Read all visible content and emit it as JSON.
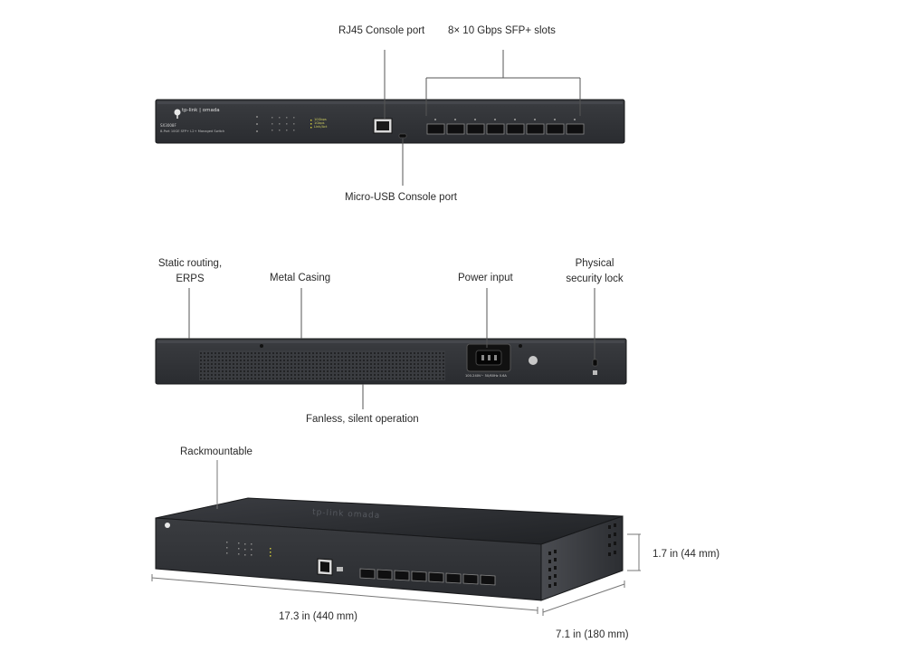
{
  "front_view": {
    "callouts": {
      "rj45": "RJ45 Console port",
      "sfp_slots": "8× 10 Gbps SFP+ slots",
      "micro_usb": "Micro-USB Console port"
    },
    "panel": {
      "brand": "tp-link",
      "sub_brand": "omada",
      "model": "SX3008F",
      "description": "8-Port 10GE SFP+ L2+ Managed Switch",
      "led_labels": [
        "10Gbps",
        "1Gbps",
        "Link/Act"
      ]
    },
    "sfp_slot_count": 8
  },
  "rear_view": {
    "callouts": {
      "routing_line1": "Static routing,",
      "routing_line2": "ERPS",
      "metal_casing": "Metal Casing",
      "power_input": "Power input",
      "lock_line1": "Physical",
      "lock_line2": "security lock",
      "fanless": "Fanless, silent operation"
    },
    "power_rating": "100-240V~ 50/60Hz 0.6A"
  },
  "angled_view": {
    "callouts": {
      "rackmountable": "Rackmountable",
      "height": "1.7 in (44 mm)",
      "width": "17.3 in (440 mm)",
      "depth": "7.1 in (180 mm)"
    },
    "top_logo": "tp-link  omada"
  },
  "colors": {
    "chassis": "#2b2d30",
    "chassis_edge": "#17181a",
    "port_fill": "#0f0f10",
    "line": "#555555"
  }
}
